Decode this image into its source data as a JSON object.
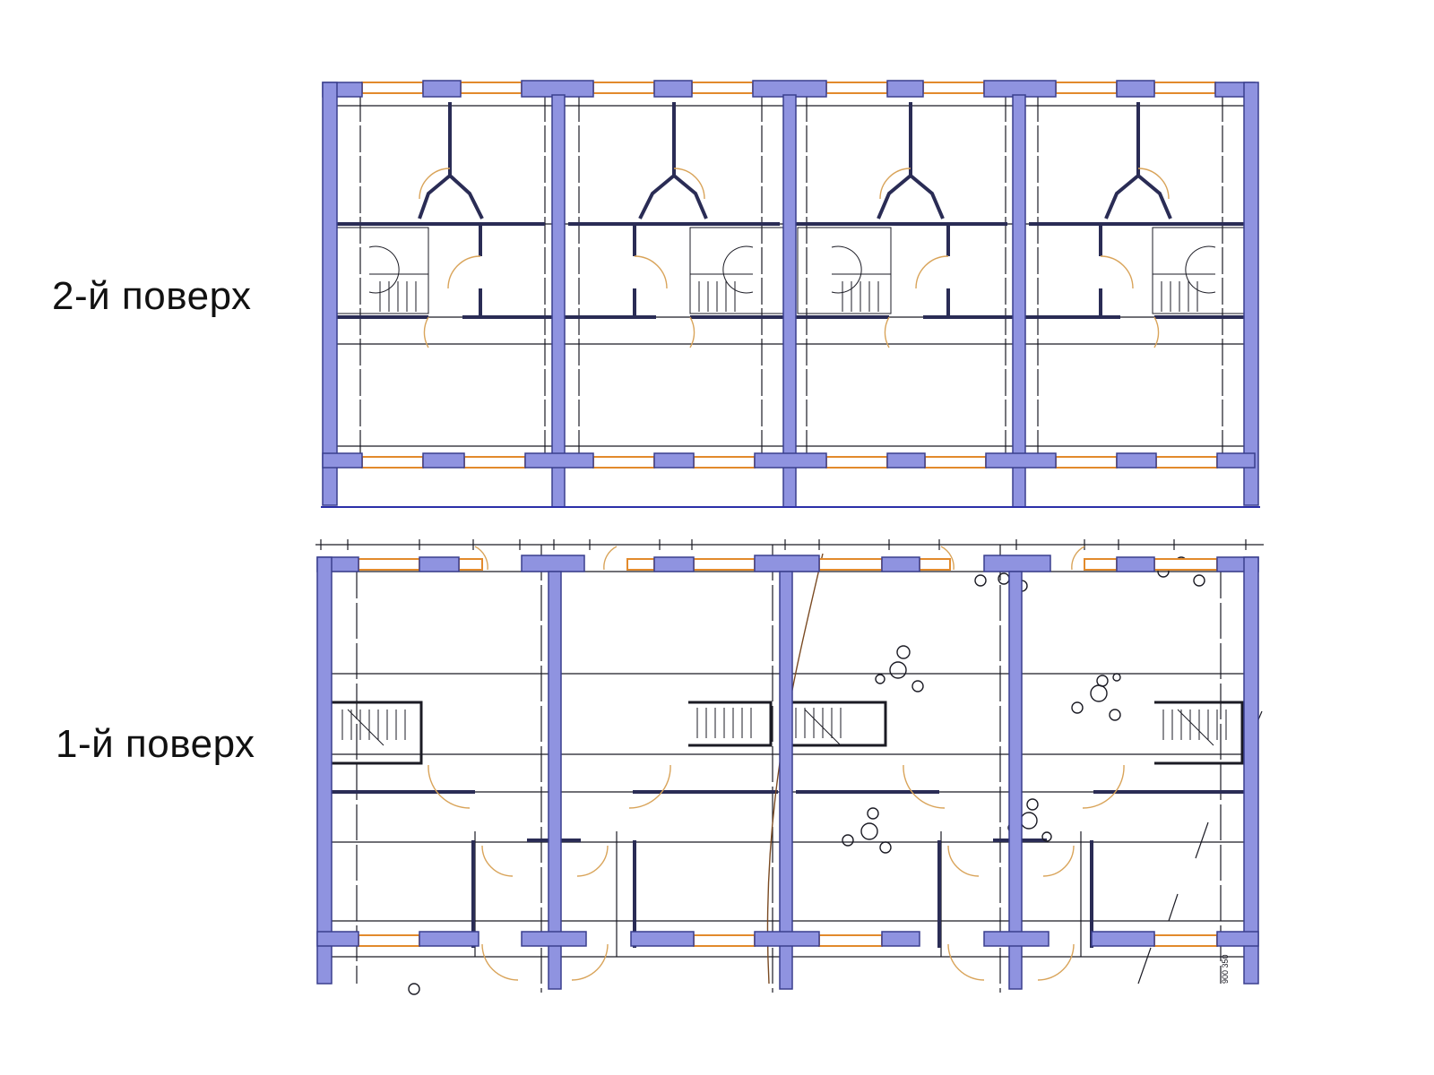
{
  "floors": [
    {
      "id": "upper",
      "label": "2-й поверх"
    },
    {
      "id": "ground",
      "label": "1-й поверх"
    }
  ],
  "dimension_text": "900 350",
  "colors": {
    "wall_fill": "#8f93e0",
    "wall_stroke": "#3a3f8e",
    "line": "#1b1b24",
    "window": "#e28a2c",
    "door_arc": "#d9a45a",
    "background": "#ffffff"
  }
}
